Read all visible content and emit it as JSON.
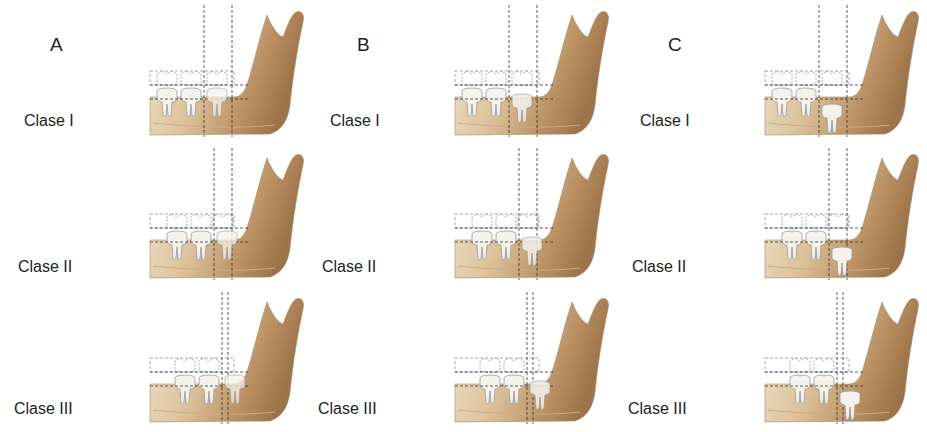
{
  "diagram": {
    "labels": [
      "A",
      "B",
      "C",
      "Clase I",
      "Clase I",
      "Clase I",
      "Clase II",
      "Clase II",
      "Clase II",
      "Clase III",
      "Clase III",
      "Clase III"
    ]
  }
}
